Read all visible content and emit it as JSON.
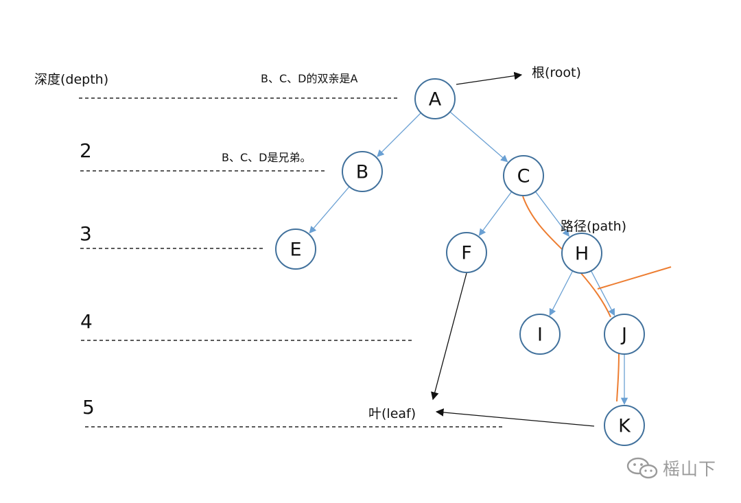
{
  "depth": {
    "label": "深度(depth)",
    "levels": [
      "2",
      "3",
      "4",
      "5"
    ]
  },
  "annotations": {
    "parent_note": "B、C、D的双亲是A",
    "sibling_note": "B、C、D是兄弟。",
    "root": "根(root)",
    "path": "路径(path)",
    "leaf": "叶(leaf)"
  },
  "nodes": [
    {
      "id": "A",
      "label": "A"
    },
    {
      "id": "B",
      "label": "B"
    },
    {
      "id": "C",
      "label": "C"
    },
    {
      "id": "E",
      "label": "E"
    },
    {
      "id": "F",
      "label": "F"
    },
    {
      "id": "H",
      "label": "H"
    },
    {
      "id": "I",
      "label": "I"
    },
    {
      "id": "J",
      "label": "J"
    },
    {
      "id": "K",
      "label": "K"
    }
  ],
  "edges": [
    {
      "from": "A",
      "to": "B"
    },
    {
      "from": "A",
      "to": "C"
    },
    {
      "from": "B",
      "to": "E"
    },
    {
      "from": "C",
      "to": "F"
    },
    {
      "from": "C",
      "to": "H"
    },
    {
      "from": "H",
      "to": "I"
    },
    {
      "from": "H",
      "to": "J"
    },
    {
      "from": "J",
      "to": "K"
    }
  ],
  "colors": {
    "edge": "#6aa0d3",
    "node_stroke": "#41719c",
    "path": "#ed7d31",
    "pointer": "#111111",
    "dashed": "#222222",
    "watermark": "#9a9a9a"
  },
  "watermark": {
    "icon": "wechat-icon",
    "text": "榣山下"
  }
}
